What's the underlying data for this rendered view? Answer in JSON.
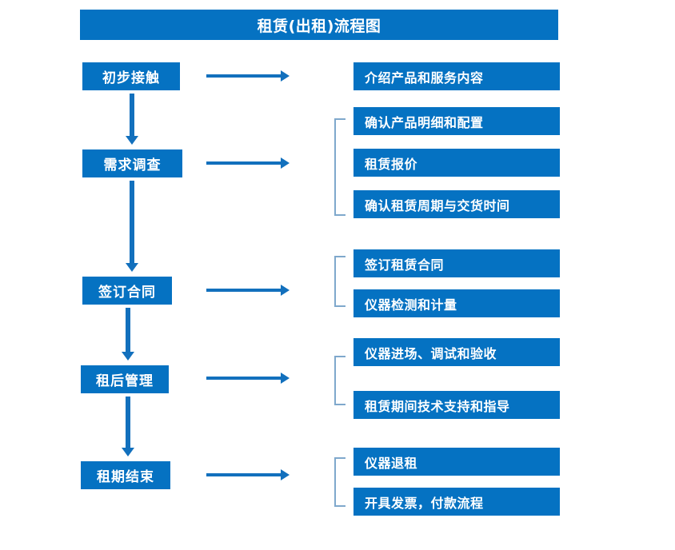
{
  "page": {
    "title": "租赁(出租)流程图",
    "accent_color": "#0572c2",
    "arrow_color": "#1270bd",
    "bracket_color": "#7fa8cc",
    "background_color": "#ffffff",
    "text_color": "#ffffff"
  },
  "flow": {
    "stages": [
      {
        "id": "stage-1",
        "label": "初步接触"
      },
      {
        "id": "stage-2",
        "label": "需求调查"
      },
      {
        "id": "stage-3",
        "label": "签订合同"
      },
      {
        "id": "stage-4",
        "label": "租后管理"
      },
      {
        "id": "stage-5",
        "label": "租期结束"
      }
    ],
    "groups": [
      {
        "stage": "初步接触",
        "bracketed": false,
        "details": [
          {
            "label": "介绍产品和服务内容"
          }
        ]
      },
      {
        "stage": "需求调查",
        "bracketed": true,
        "details": [
          {
            "label": "确认产品明细和配置"
          },
          {
            "label": "租赁报价"
          },
          {
            "label": "确认租赁周期与交货时间"
          }
        ]
      },
      {
        "stage": "签订合同",
        "bracketed": true,
        "details": [
          {
            "label": "签订租赁合同"
          },
          {
            "label": "仪器检测和计量"
          }
        ]
      },
      {
        "stage": "租后管理",
        "bracketed": true,
        "details": [
          {
            "label": "仪器进场、调试和验收"
          },
          {
            "label": "租赁期间技术支持和指导"
          }
        ]
      },
      {
        "stage": "租期结束",
        "bracketed": true,
        "details": [
          {
            "label": "仪器退租"
          },
          {
            "label": "开具发票，付款流程"
          }
        ]
      }
    ],
    "connectors": {
      "horizontal_arrow_count": 5,
      "vertical_arrow_count": 4,
      "direction": "top-to-bottom"
    }
  }
}
